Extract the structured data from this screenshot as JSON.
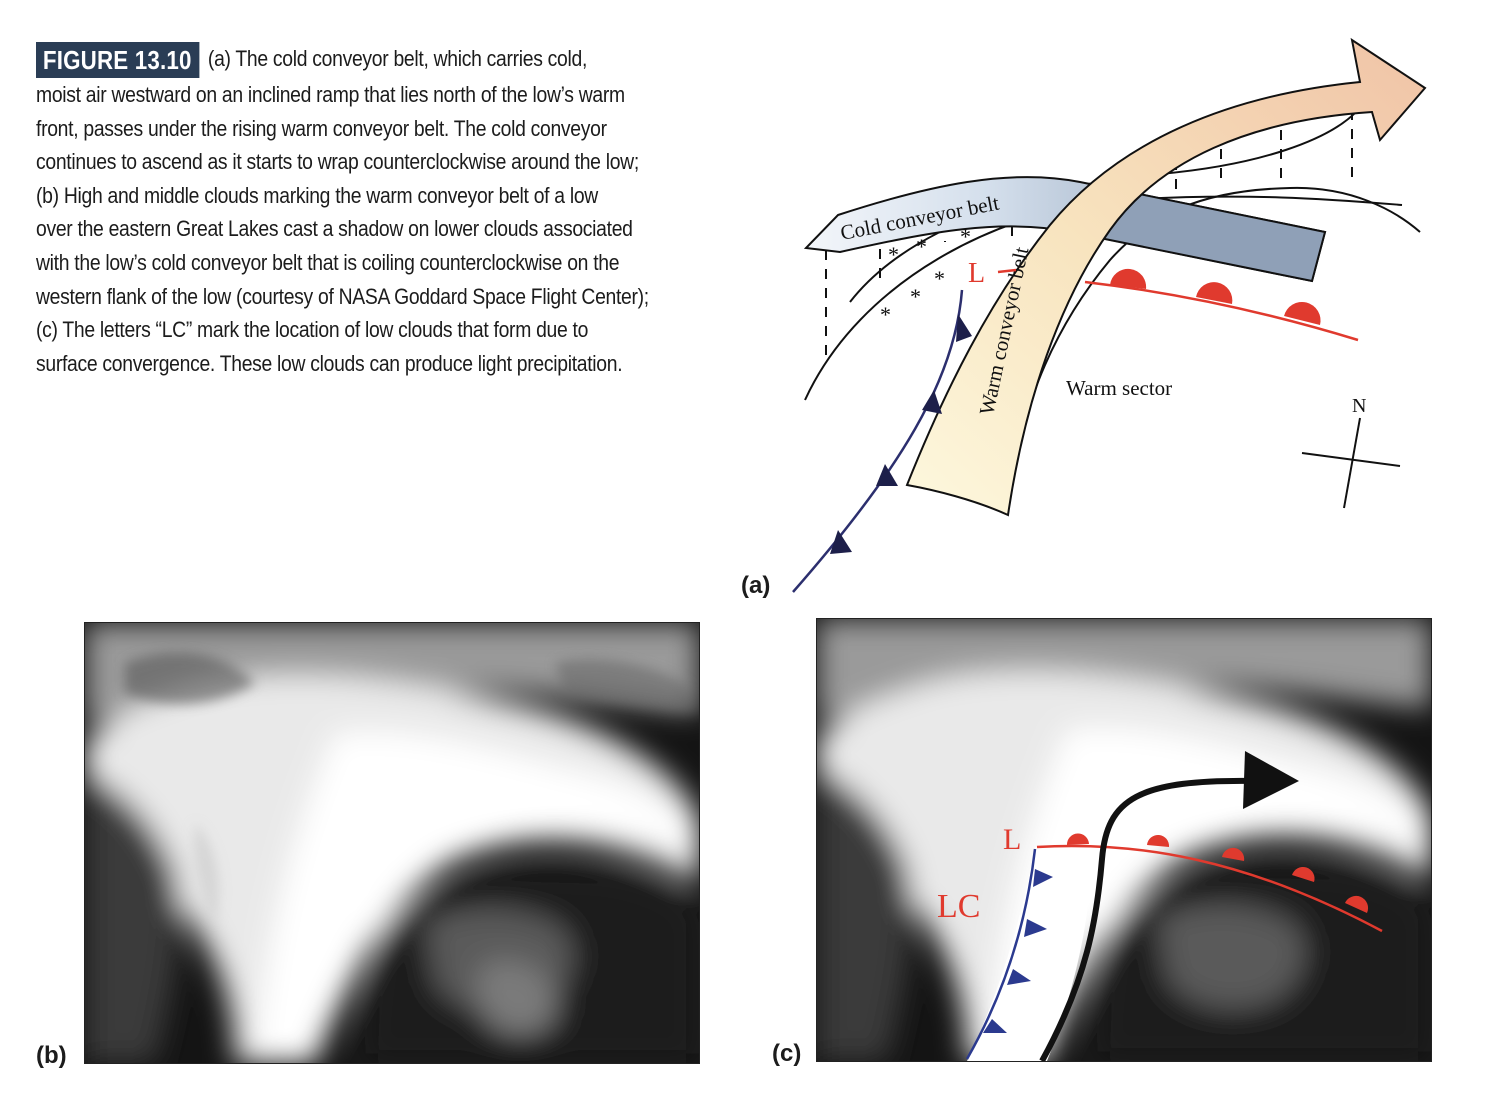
{
  "figure": {
    "badge": "FIGURE 13.10",
    "caption_lines": [
      "(a) The cold conveyor belt, which carries cold,",
      "moist air westward on an inclined ramp that lies north of the low’s warm",
      "front, passes under the rising warm conveyor belt. The cold conveyor",
      "continues to ascend as it starts to wrap counterclockwise around the low;",
      "(b) High and middle clouds marking the warm conveyor belt of a low",
      "over the eastern Great Lakes cast a shadow on lower clouds associated",
      "with the low’s cold conveyor belt that is coiling counterclockwise on the",
      "western flank of the low (courtesy of NASA Goddard Space Flight Center);",
      "(c) The letters “LC” mark the location of low clouds that form due to",
      "surface convergence. These low clouds can produce light precipitation."
    ]
  },
  "panel_a": {
    "label": "(a)",
    "cold_belt_label": "Cold conveyor belt",
    "warm_belt_label": "Warm conveyor belt",
    "warm_sector_label": "Warm sector",
    "low_label": "L",
    "north_label": "N",
    "snow_symbol": "*"
  },
  "panel_b": {
    "label": "(b)"
  },
  "panel_c": {
    "label": "(c)",
    "low_label": "L",
    "lc_label": "LC"
  },
  "colors": {
    "badge_bg": "#2a3d55",
    "warm_front": "#e03a2e",
    "cold_front": "#2c2f6e",
    "cold_belt_fill": "#c9d6e6",
    "cold_belt_dark": "#8a9cb4",
    "warm_belt_light": "#fbf3d2",
    "warm_belt_dark": "#f1c6a8"
  }
}
